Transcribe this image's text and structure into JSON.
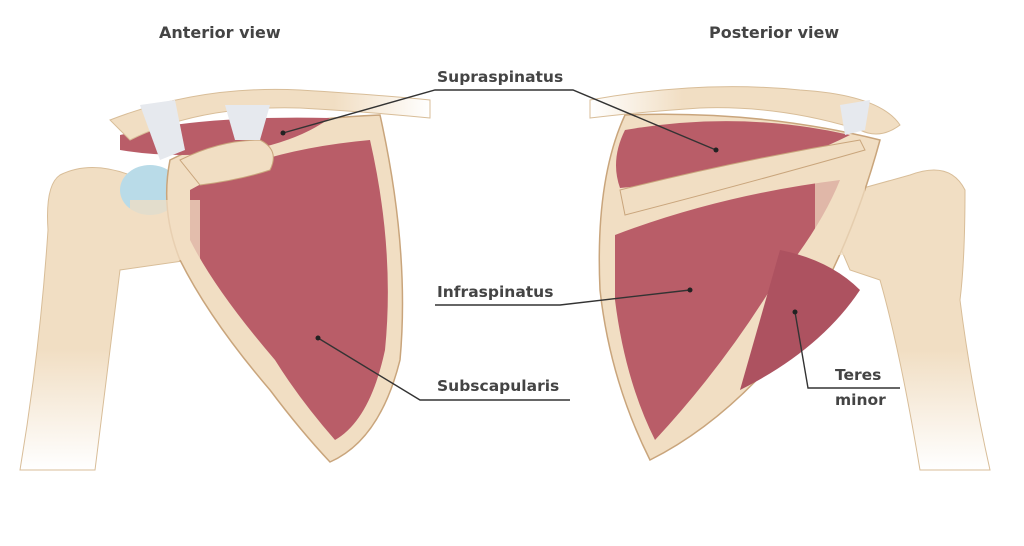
{
  "titles": {
    "anterior": "Anterior view",
    "posterior": "Posterior view"
  },
  "labels": {
    "supraspinatus": "Supraspinatus",
    "infraspinatus": "Infraspinatus",
    "subscapularis": "Subscapularis",
    "teres_minor_line1": "Teres",
    "teres_minor_line2": "minor"
  },
  "colors": {
    "bone": "#f1dec3",
    "bone_outline": "#c9a57c",
    "muscle": "#b95d68",
    "cartilage": "#b9dbe8",
    "ligament": "#e6e9ee",
    "text": "#444444"
  }
}
